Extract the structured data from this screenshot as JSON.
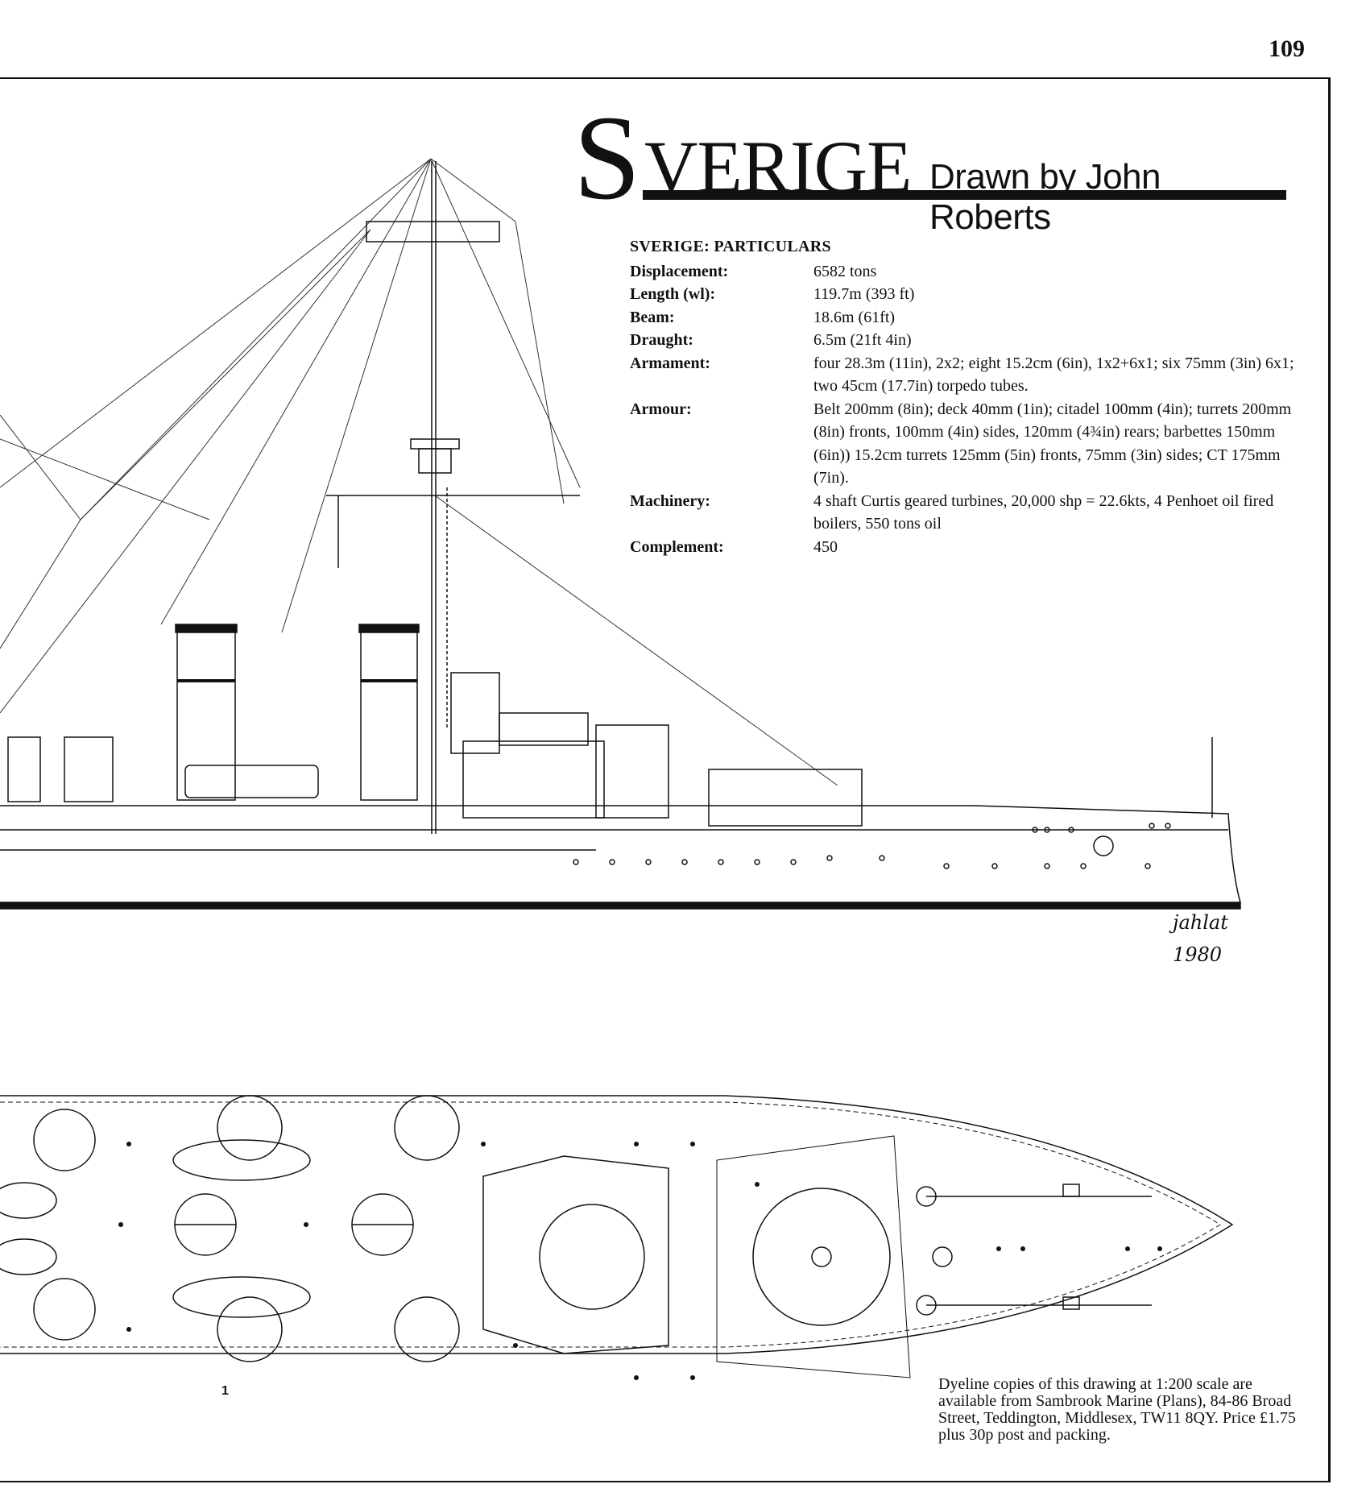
{
  "page": {
    "number": "109"
  },
  "title": {
    "ship": "SVERIGE",
    "initial": "S",
    "rest": "VERIGE",
    "byline": "Drawn by John Roberts"
  },
  "particulars": {
    "heading": "SVERIGE: PARTICULARS",
    "rows": [
      {
        "label": "Displacement:",
        "value": "6582 tons"
      },
      {
        "label": "Length (wl):",
        "value": "119.7m (393 ft)"
      },
      {
        "label": "Beam:",
        "value": "18.6m (61ft)"
      },
      {
        "label": "Draught:",
        "value": "6.5m (21ft 4in)"
      },
      {
        "label": "Armament:",
        "value": "four 28.3m (11in), 2x2; eight 15.2cm (6in), 1x2+6x1; six 75mm (3in) 6x1; two 45cm (17.7in) torpedo tubes."
      },
      {
        "label": "Armour:",
        "value": "Belt 200mm (8in); deck 40mm (1in); citadel 100mm (4in); turrets 200mm (8in) fronts, 100mm (4in) sides, 120mm (4¾in) rears; barbettes 150mm (6in)) 15.2cm turrets 125mm (5in) fronts, 75mm (3in) sides; CT 175mm (7in)."
      },
      {
        "label": "Machinery:",
        "value": "4 shaft Curtis geared turbines, 20,000 shp = 22.6kts, 4 Penhoet oil fired boilers, 550 tons oil"
      },
      {
        "label": "Complement:",
        "value": "450"
      }
    ]
  },
  "signature": {
    "text": "jahlat 1980"
  },
  "plan_marker": {
    "label": "1"
  },
  "availability_note": "Dyeline copies of this drawing at 1:200 scale are available from Sambrook Marine (Plans), 84-86 Broad Street, Teddington, Middlesex, TW11 8QY. Price £1.75 plus 30p post and packing."
}
